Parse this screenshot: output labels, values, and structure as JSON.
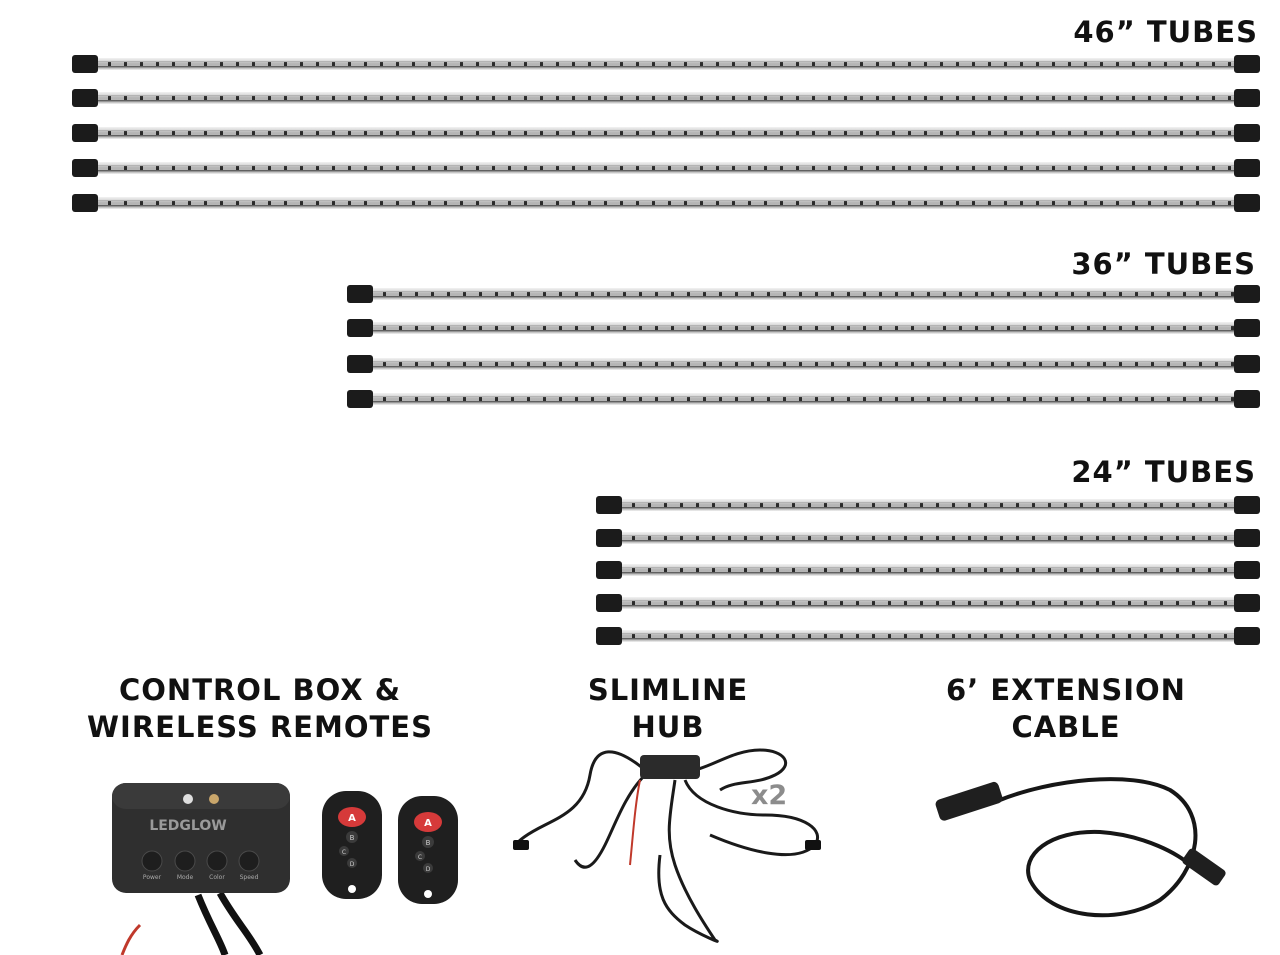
{
  "sections": {
    "tubes_46": {
      "label": "46” TUBES",
      "count": 5
    },
    "tubes_36": {
      "label": "36” TUBES",
      "count": 4
    },
    "tubes_24": {
      "label": "24” TUBES",
      "count": 5
    }
  },
  "components": {
    "control_box": {
      "label_line1": "CONTROL BOX &",
      "label_line2": "WIRELESS REMOTES",
      "logo": "LEDGLOW",
      "buttons": [
        "Power",
        "Mode",
        "Color",
        "Speed"
      ]
    },
    "remote": {
      "buttons": [
        "A",
        "B",
        "C",
        "D"
      ]
    },
    "hub": {
      "label_line1": "SLIMLINE",
      "label_line2": "HUB",
      "quantity": "x2"
    },
    "extension": {
      "label_line1": "6’ EXTENSION",
      "label_line2": "CABLE"
    }
  }
}
